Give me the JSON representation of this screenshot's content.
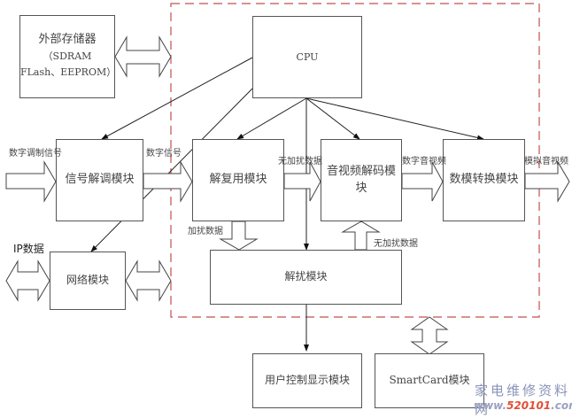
{
  "diagram": {
    "title": "",
    "modules": {
      "external_storage": {
        "line1": "外部存储器",
        "line2": "（SDRAM",
        "line3": "FLash、EEPROM）"
      },
      "cpu": "CPU",
      "demodulator": "信号解调模块",
      "demultiplexer": "解复用模块",
      "av_decoder": {
        "line1": "音视频解码模",
        "line2": "块"
      },
      "dac": "数模转换模块",
      "network": "网络模块",
      "descrambler": "解扰模块",
      "user_control": "用户控制显示模块",
      "smartcard": "SmartCard模块"
    },
    "signals": {
      "digital_modulated": "数字调制信号",
      "digital_signal": "数字信号",
      "unscrambled_data_1": "无加扰数据",
      "digital_av": "数字音视频",
      "analog_av": "模拟音视频",
      "ip_data": "IP数据",
      "scrambled_data": "加扰数据",
      "unscrambled_data_2": "无加扰数据"
    },
    "colors": {
      "boundary": "#c0504d",
      "line": "#222222",
      "box_border": "#555555"
    }
  },
  "watermark": {
    "line1": "家电维修资料网",
    "line2_prefix": "www.",
    "line2_number": "520101",
    "line2_suffix": ".com"
  }
}
